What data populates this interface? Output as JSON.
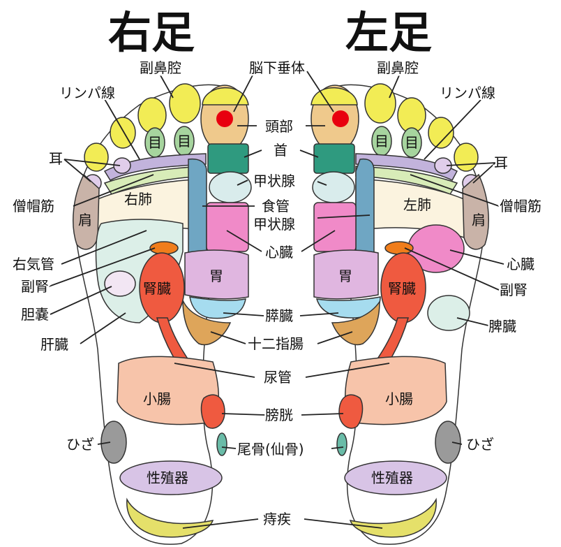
{
  "titles": {
    "right_foot": "右足",
    "left_foot": "左足"
  },
  "center_labels": {
    "pituitary": "脳下垂体",
    "head": "頭部",
    "neck": "首",
    "thyroid": "甲状腺",
    "esophagus": "食管",
    "thyroid_2": "甲状腺",
    "heart": "心臓",
    "pancreas": "膵臓",
    "duodenum": "十二指腸",
    "ureter": "尿管",
    "bladder": "膀胱",
    "coccyx": "尾骨(仙骨)",
    "hemorrhoids": "痔疾"
  },
  "right_foot": {
    "sinus": "副鼻腔",
    "lymph": "リンパ線",
    "ear": "耳",
    "trapezius": "僧帽筋",
    "shoulder": "肩",
    "lung": "右肺",
    "bronchus": "右気管",
    "adrenal": "副腎",
    "gallbladder": "胆嚢",
    "liver": "肝臓",
    "kidney": "腎臓",
    "stomach": "胃",
    "small_intestine": "小腸",
    "knee": "ひざ",
    "genitals": "性殖器",
    "eye1": "目",
    "eye2": "目"
  },
  "left_foot": {
    "sinus": "副鼻腔",
    "lymph": "リンパ線",
    "ear": "耳",
    "trapezius": "僧帽筋",
    "shoulder": "肩",
    "lung": "左肺",
    "heart": "心臓",
    "adrenal": "副腎",
    "spleen": "脾臓",
    "kidney": "腎臓",
    "stomach": "胃",
    "small_intestine": "小腸",
    "knee": "ひざ",
    "genitals": "性殖器",
    "eye1": "目",
    "eye2": "目"
  },
  "colors": {
    "toe_yellow": "#f2ec55",
    "eye_green": "#a6d49e",
    "head_tan": "#efc98c",
    "pituitary_red": "#e8000f",
    "neck_teal": "#2f9a7f",
    "thyroid_pale": "#d9ecec",
    "esophagus_blue": "#6fa6c3",
    "heart_pink": "#f08ac8",
    "stomach_lilac": "#e0b6e0",
    "pancreas_cyan": "#a6dcef",
    "duodenum_orange": "#dea55a",
    "kidney_red": "#ef5a40",
    "adrenal_orange": "#f07d1b",
    "liver_pale": "#dcefe8",
    "small_intestine_peach": "#f7c4aa",
    "genitals_lavender": "#d8c4e6",
    "knee_gray": "#9a9a9a",
    "shoulder_taupe": "#c9b3a8",
    "ear_lavender": "#e0cdea",
    "lymph_purple": "#c2b3dc",
    "trapezius_green": "#d8ecb8",
    "lung_cream": "#fbf3df",
    "coccyx_teal": "#6abca8",
    "hemorrhoid_yellow": "#e5e06a"
  }
}
